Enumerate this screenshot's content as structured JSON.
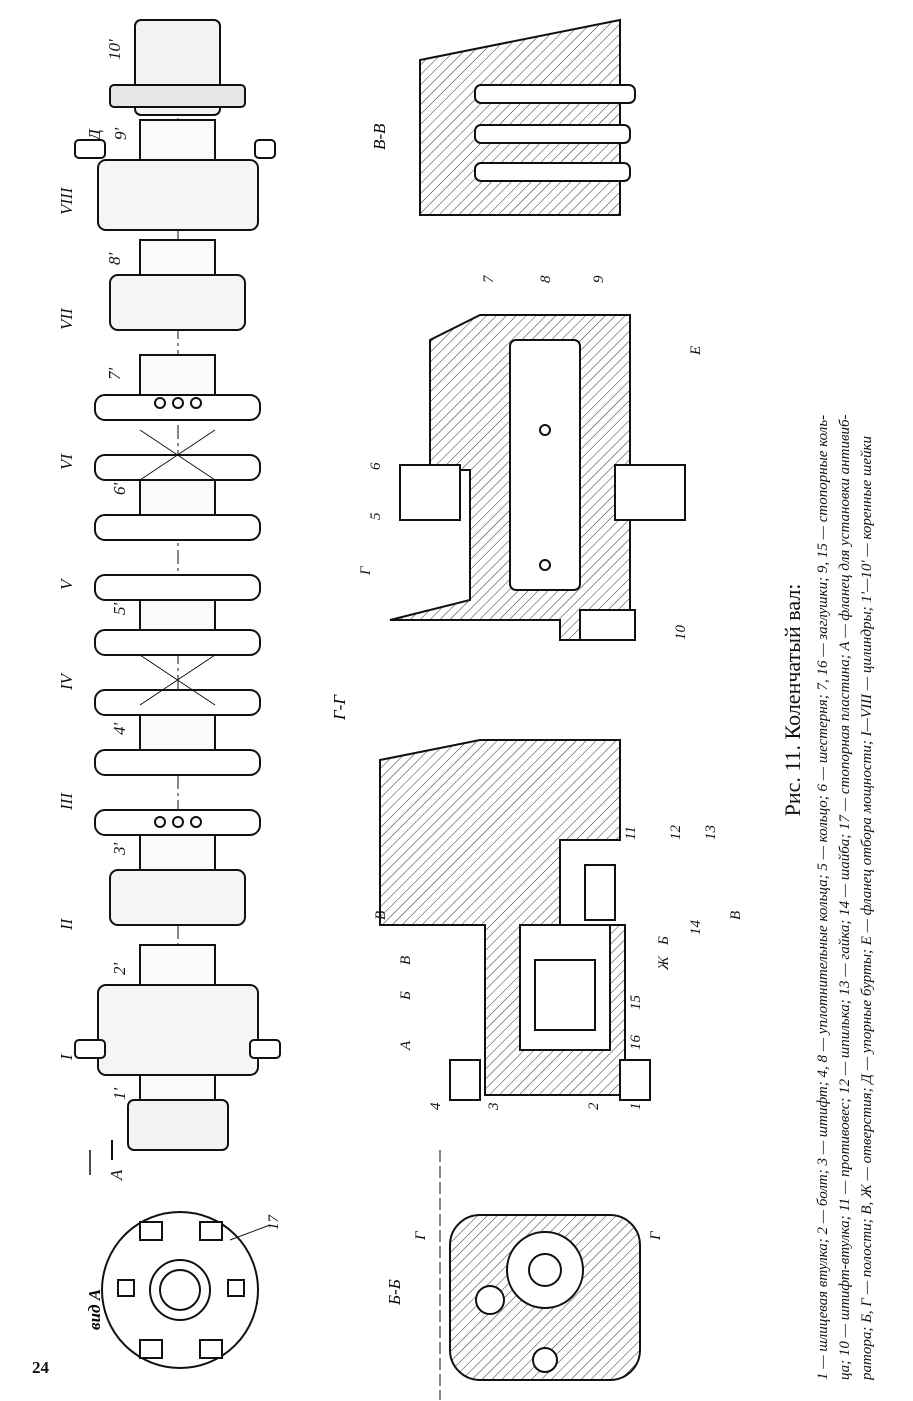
{
  "page_number": "24",
  "caption": {
    "title": "Рис. 11. Коленчатый вал:",
    "line1": "1 — шлицевая втулка; 2 — болт; 3 — штифт; 4, 8 — уплотнительные кольца; 5 — кольцо; 6 — шестерня; 7, 16 — заглушки; 9, 15 — стопорные коль-",
    "line2": "ца; 10 — штифт-втулка; 11 — противовес; 12 — шпилька; 13 — гайка; 14 — шайба; 17 — стопорная пластина; А — фланец для установки антивиб-",
    "line3": "ратора; Б, Г — полости; В, Ж — отверстия; Д — упорные бурты; Е — фланец отбора мощности; I—VIII — цилиндры; 1'—10' — коренные шейки"
  },
  "figure": {
    "crankshaft_labels": {
      "journals": [
        "1'",
        "2'",
        "3'",
        "4'",
        "5'",
        "6'",
        "7'",
        "8'",
        "9'",
        "10'"
      ],
      "cylinders": [
        "I",
        "II",
        "III",
        "IV",
        "V",
        "VI",
        "VII",
        "VIII"
      ],
      "view_arrow": "А",
      "collar_label": "Д"
    },
    "view_a": {
      "title": "вид А",
      "label_17": "17"
    },
    "section_bb": {
      "title": "Б-Б",
      "cut_mark": "Г"
    },
    "section_gg": {
      "title": "Г-Г",
      "labels": [
        "1",
        "2",
        "3",
        "4",
        "А",
        "Б",
        "В",
        "11",
        "12",
        "13",
        "14",
        "15",
        "16",
        "Ж",
        "Б",
        "В",
        "В"
      ]
    },
    "right_section": {
      "labels": [
        "Г",
        "5",
        "6",
        "7",
        "8",
        "9",
        "10",
        "Е"
      ]
    },
    "section_vv": {
      "title": "В-В"
    }
  }
}
